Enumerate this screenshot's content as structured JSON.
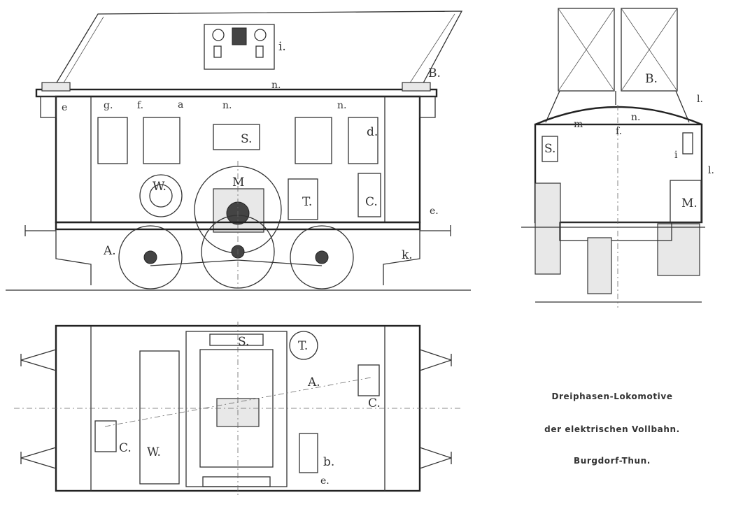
{
  "caption": {
    "line1": "Dreiphasen-Lokomotive",
    "line2": "der elektrischen Vollbahn.",
    "line3": "Burgdorf-Thun."
  },
  "labels": {
    "side": {
      "i": "i.",
      "B": "B.",
      "e": "e",
      "g": "g.",
      "f": "f.",
      "a": "a",
      "n1": "n.",
      "n2": "n.",
      "n3": "n.",
      "S": "S.",
      "d": "d.",
      "W": "W.",
      "M": "M",
      "T": "T.",
      "C": "C.",
      "e2": "e.",
      "A": "A.",
      "k": "k."
    },
    "end": {
      "B": "B.",
      "l1": "l.",
      "m": "m",
      "n": "n.",
      "f": "f.",
      "S": "S.",
      "i": "i",
      "l2": "l.",
      "M": "M."
    },
    "plan": {
      "S": "S.",
      "T": "T.",
      "A": "A.",
      "C1": "C.",
      "C2": "C.",
      "W": "W.",
      "b": "b.",
      "e": "e."
    }
  }
}
